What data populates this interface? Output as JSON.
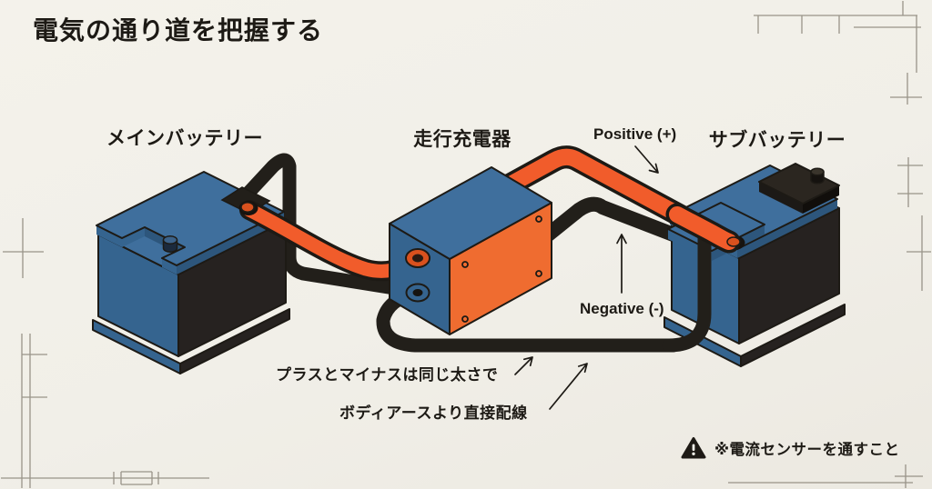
{
  "title": "電気の通り道を把握する",
  "components": [
    {
      "id": "main-battery",
      "label": "メインバッテリー"
    },
    {
      "id": "charger",
      "label": "走行充電器"
    },
    {
      "id": "sub-battery",
      "label": "サブバッテリー"
    }
  ],
  "annotations": {
    "positive_label": "Positive (+)",
    "negative_label": "Negative (-)",
    "note_thickness": "プラスとマイナスは同じ太さで",
    "note_wiring": "ボディアースより直接配線",
    "warning_note": "※電流センサーを通すこと"
  },
  "icons": {
    "warning": "warning-triangle-icon"
  },
  "colors": {
    "background": "#f1efe8",
    "ink": "#1d1a15",
    "battery_blue_top": "#3f6f9d",
    "battery_blue_side": "#35648f",
    "battery_dark_face": "#262220",
    "charger_orange_face": "#ef6c30",
    "cable_orange": "#f15c2b",
    "cable_black": "#221f1a",
    "blueprint_line": "#8f8a7e"
  }
}
